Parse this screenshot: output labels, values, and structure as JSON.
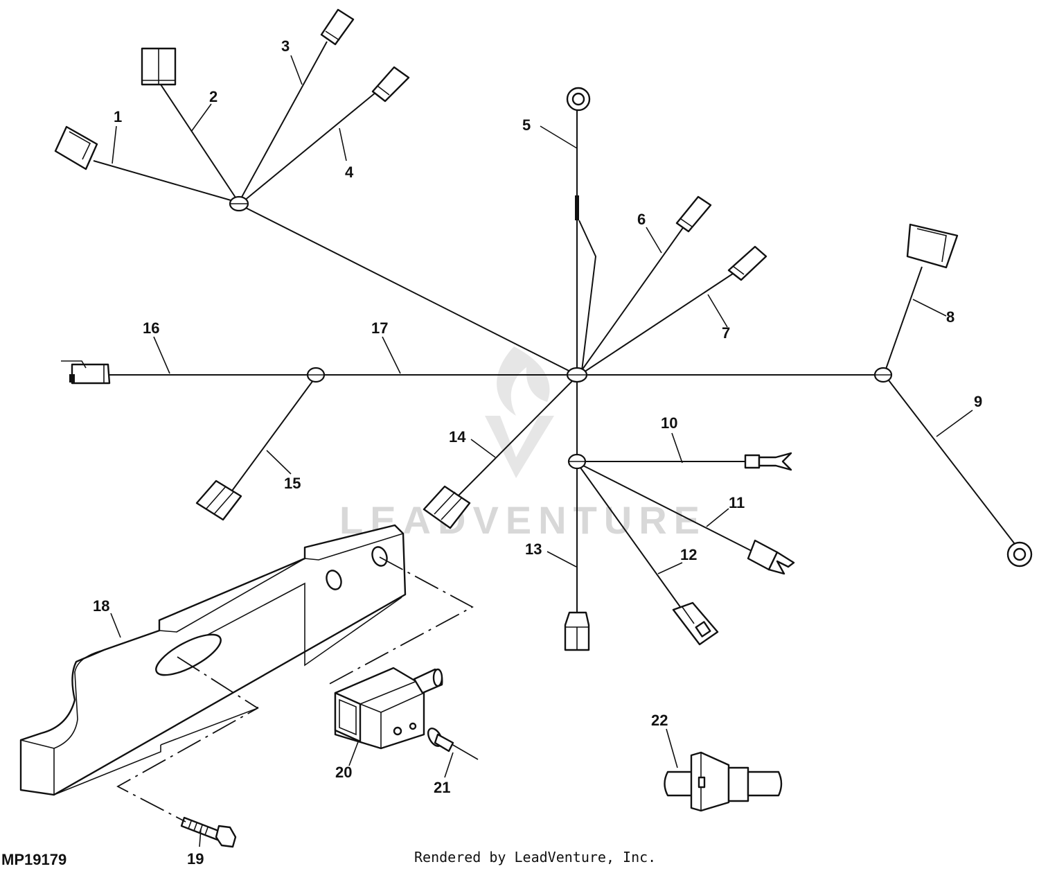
{
  "diagram": {
    "figure_id": "MP19179",
    "credit": "Rendered by LeadVenture, Inc.",
    "watermark": "LEADVENTURE",
    "callouts": [
      "1",
      "2",
      "3",
      "4",
      "5",
      "6",
      "7",
      "8",
      "9",
      "10",
      "11",
      "12",
      "13",
      "14",
      "15",
      "16",
      "17",
      "18",
      "19",
      "20",
      "21",
      "22"
    ]
  }
}
